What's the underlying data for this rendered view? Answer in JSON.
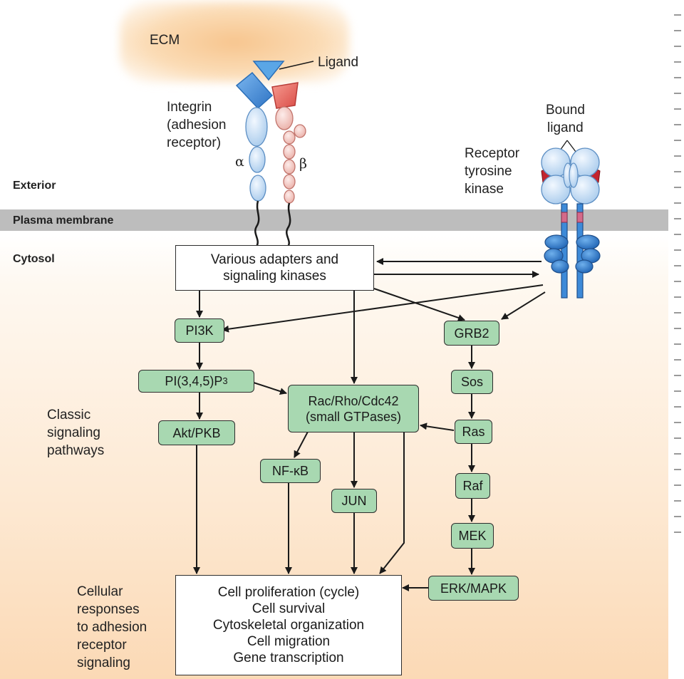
{
  "regions": {
    "ecm": "ECM",
    "exterior": "Exterior",
    "membrane": "Plasma membrane",
    "cytosol": "Cytosol"
  },
  "receptors": {
    "ligand": "Ligand",
    "integrin": [
      "Integrin",
      "(adhesion",
      "receptor)"
    ],
    "alpha": "α",
    "beta": "β",
    "bound_ligand": [
      "Bound",
      "ligand"
    ],
    "rtk": [
      "Receptor",
      "tyrosine",
      "kinase"
    ]
  },
  "nodes": {
    "adapters": [
      "Various adapters and",
      "signaling kinases"
    ],
    "pi3k": "PI3K",
    "pip3_base": "PI(3,4,5)P",
    "pip3_sub": "3",
    "akt": "Akt/PKB",
    "rac": [
      "Rac/Rho/Cdc42",
      "(small GTPases)"
    ],
    "nfkb": "NF-κB",
    "jun": "JUN",
    "grb2": "GRB2",
    "sos": "Sos",
    "ras": "Ras",
    "raf": "Raf",
    "mek": "MEK",
    "erk": "ERK/MAPK"
  },
  "side_labels": {
    "classic": [
      "Classic",
      "signaling",
      "pathways"
    ],
    "cellular": [
      "Cellular",
      "responses",
      "to adhesion",
      "receptor",
      "signaling"
    ]
  },
  "responses": [
    "Cell proliferation (cycle)",
    "Cell survival",
    "Cytoskeletal organization",
    "Cell migration",
    "Gene transcription"
  ],
  "colors": {
    "node_fill": "#a8d8b1",
    "integrin_alpha": "#3f87d6",
    "integrin_beta": "#e86a60",
    "membrane": "#bdbdbd",
    "ecm": "#f7c58e"
  }
}
